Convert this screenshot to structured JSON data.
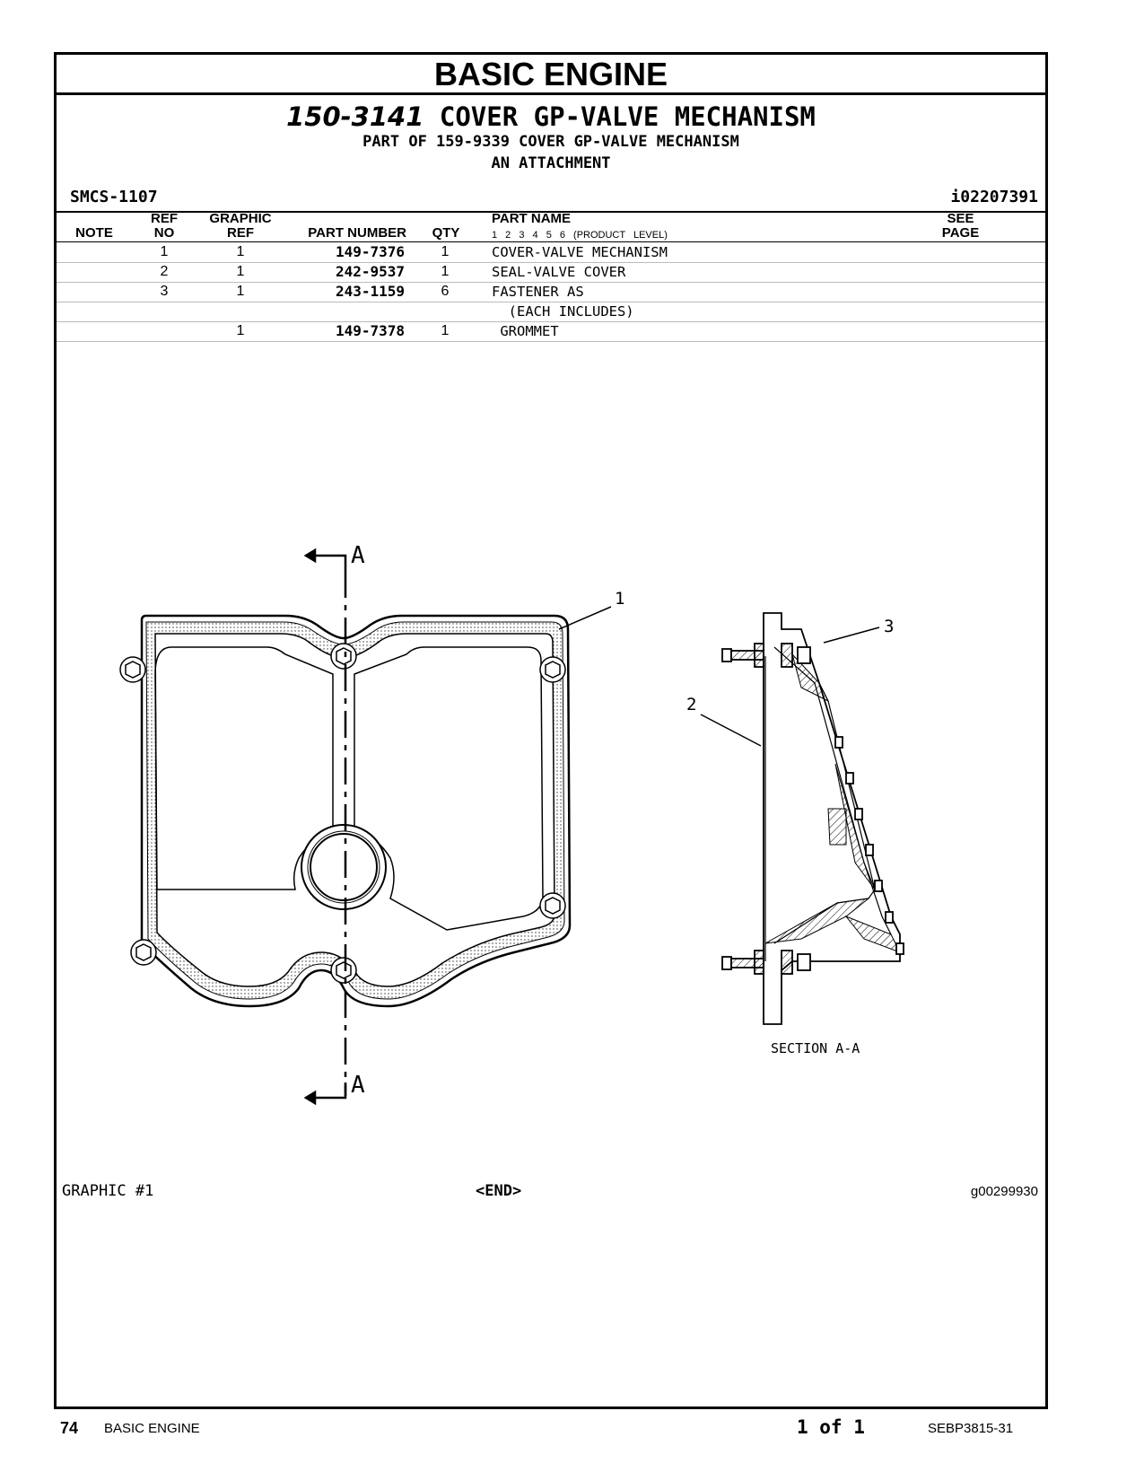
{
  "banner": "BASIC  ENGINE",
  "title": {
    "number": "150-3141",
    "name": "COVER GP-VALVE MECHANISM"
  },
  "subtitle1": "PART OF 159-9339 COVER GP-VALVE MECHANISM",
  "subtitle2": "AN ATTACHMENT",
  "smcs": "SMCS-1107",
  "ident": "i02207391",
  "headers": {
    "note": "NOTE",
    "ref_no_1": "REF",
    "ref_no_2": "NO",
    "graphic_ref_1": "GRAPHIC",
    "graphic_ref_2": "REF",
    "part_number": "PART NUMBER",
    "qty": "QTY",
    "part_name": "PART NAME",
    "levels": "1  2  3  4  5  6  (PRODUCT LEVEL)",
    "see_page_1": "SEE",
    "see_page_2": "PAGE"
  },
  "rows": [
    {
      "ref": "1",
      "graphic": "1",
      "part": "149-7376",
      "qty": "1",
      "name": "COVER-VALVE MECHANISM"
    },
    {
      "ref": "2",
      "graphic": "1",
      "part": "242-9537",
      "qty": "1",
      "name": "SEAL-VALVE COVER"
    },
    {
      "ref": "3",
      "graphic": "1",
      "part": "243-1159",
      "qty": "6",
      "name": "FASTENER AS"
    },
    {
      "ref": "",
      "graphic": "",
      "part": "",
      "qty": "",
      "name": "  (EACH INCLUDES)"
    },
    {
      "ref": "",
      "graphic": "1",
      "part": "149-7378",
      "qty": "1",
      "name": " GROMMET"
    }
  ],
  "drawing": {
    "section_marker_top": "A",
    "section_marker_bottom": "A",
    "callout_1": "1",
    "callout_2": "2",
    "callout_3": "3",
    "section_label": "SECTION A-A"
  },
  "graphic_label": "GRAPHIC #1",
  "end_label": "<END>",
  "graphic_code": "g00299930",
  "footer": {
    "page": "74",
    "section": "BASIC ENGINE",
    "page_of": "1 of 1",
    "doc": "SEBP3815-31"
  }
}
